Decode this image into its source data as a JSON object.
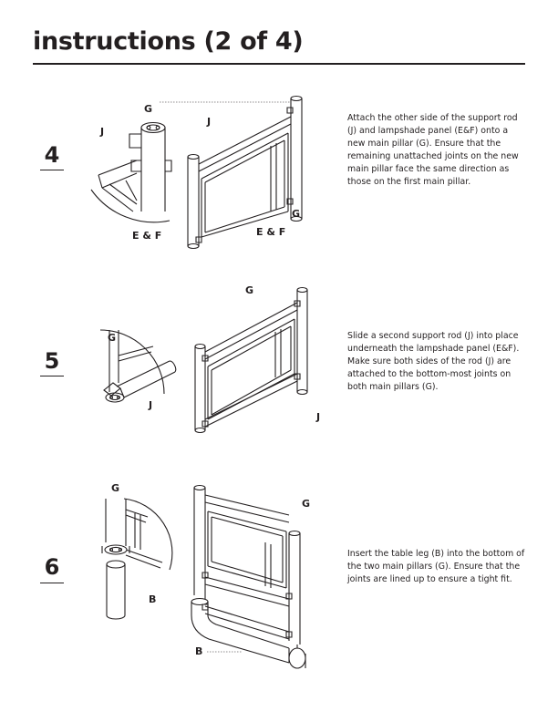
{
  "page": {
    "title": "instructions (2 of 4)"
  },
  "steps": [
    {
      "number": "4",
      "text": "Attach the other side of the support rod (J) and lampshade panel (E&F) onto a new main pillar (G). Ensure that the remaining unattached joints on the new main pillar face the same direction as those on the first main pillar.",
      "labels": {
        "detail_top": "G",
        "detail_side": "J",
        "detail_bottom": "E & F",
        "main_top": "J",
        "main_side": "G",
        "main_bottom": "E & F"
      }
    },
    {
      "number": "5",
      "text": "Slide a second support rod (J) into place underneath the lampshade panel (E&F). Make sure both sides of the rod (J) are attached to the bottom-most joints on both main pillars (G).",
      "labels": {
        "detail_top": "G",
        "detail_bottom": "J",
        "main_top": "G",
        "main_bottom": "J"
      }
    },
    {
      "number": "6",
      "text": "Insert the table leg (B) into the bottom of the two main pillars (G). Ensure that the joints are lined up to ensure a tight fit.",
      "labels": {
        "detail_top": "G",
        "detail_bottom": "B",
        "main_side": "G",
        "main_bottom": "B"
      }
    }
  ]
}
